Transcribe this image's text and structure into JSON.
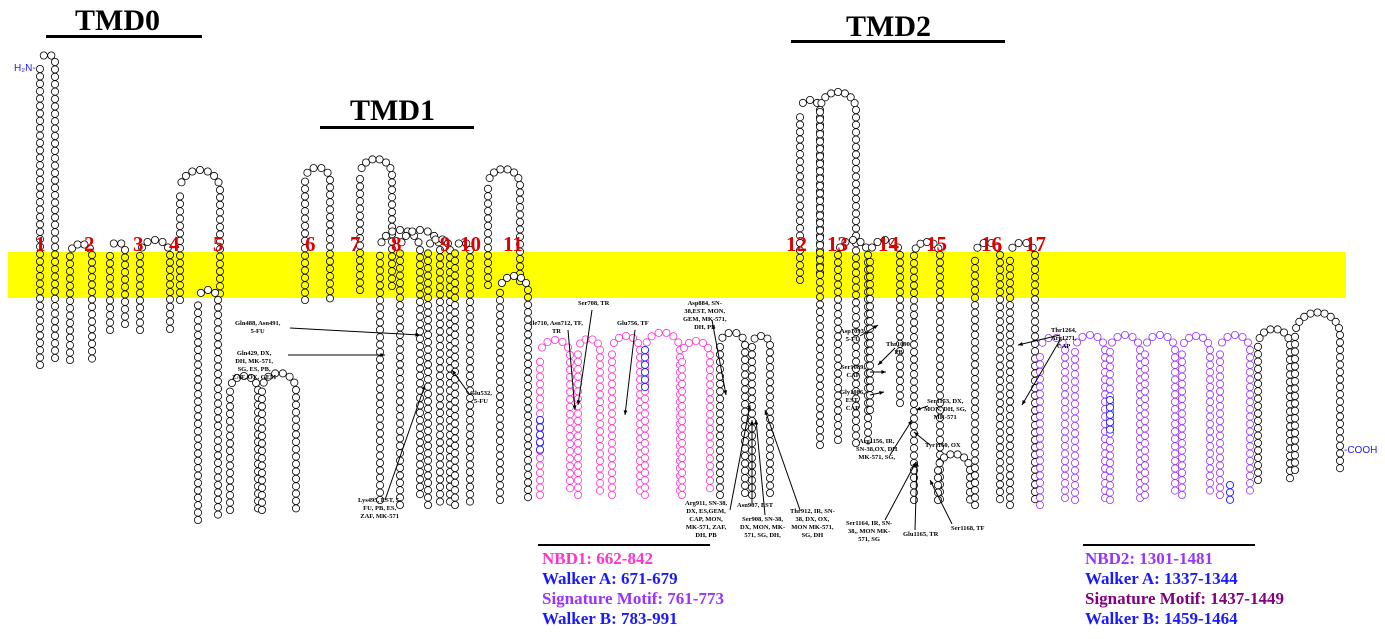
{
  "domains": [
    {
      "label": "TMD0"
    },
    {
      "label": "TMD1"
    },
    {
      "label": "TMD2"
    }
  ],
  "terminals": {
    "n": "H₂N-",
    "c": "-COOH"
  },
  "tm_helices": [
    "1",
    "2",
    "3",
    "4",
    "5",
    "6",
    "7",
    "8",
    "9",
    "10",
    "11",
    "12",
    "13",
    "14",
    "15",
    "16",
    "17"
  ],
  "annotations": [
    {
      "lines": [
        "Gln488, Asn491,",
        "5-FU"
      ]
    },
    {
      "lines": [
        "Gln429, DX,",
        "DH, MK-571,",
        "SG, ES, PB,",
        "ZAF, OX, GEM"
      ]
    },
    {
      "lines": [
        "Lys495, EST, 5-",
        "FU, PB, ES,",
        "ZAF, MK-571"
      ]
    },
    {
      "lines": [
        "Glu532,",
        "5-FU"
      ]
    },
    {
      "lines": [
        "Ser708, TR"
      ]
    },
    {
      "lines": [
        "Ile710, Asn712, TF,",
        "TR"
      ]
    },
    {
      "lines": [
        "Glu756, TF"
      ]
    },
    {
      "lines": [
        "Asp884, SN-",
        "38,EST, MON,",
        "GEM, MK-571,",
        "DH, PB"
      ]
    },
    {
      "lines": [
        "Arg911, SN-38,",
        "DX, ES,GEM,",
        "CAP, MON,",
        "MK-571, ZAF,",
        "DH, PB"
      ]
    },
    {
      "lines": [
        "Asn907, EST"
      ]
    },
    {
      "lines": [
        "Ser908, SN-38,",
        "DX, MON, MK-",
        "571, SG, DH,"
      ]
    },
    {
      "lines": [
        "Thr912, IR, SN-",
        "38, DX, OX,",
        "MON MK-571,",
        "SG, DH"
      ]
    },
    {
      "lines": [
        "Asp1093,",
        "5-FU"
      ]
    },
    {
      "lines": [
        "Thr1090,",
        "PB"
      ]
    },
    {
      "lines": [
        "Ser1089,",
        "CAP"
      ]
    },
    {
      "lines": [
        "Gly1086,",
        "EST,",
        "CAP"
      ]
    },
    {
      "lines": [
        "Ser1153, DX,",
        "MON, DH, SG,",
        "MK-571"
      ]
    },
    {
      "lines": [
        "Tyr1160, OX"
      ]
    },
    {
      "lines": [
        "Arg1156, IR,",
        "SN-38,OX, DH",
        "MK-571, SG,"
      ]
    },
    {
      "lines": [
        "Ser1164, IR, SN-",
        "38,, MON MK-",
        "571, SG"
      ]
    },
    {
      "lines": [
        "Glu1165, TR"
      ]
    },
    {
      "lines": [
        "Ser1168, TF"
      ]
    },
    {
      "lines": [
        "Thr1264,",
        "Arg1271,",
        "CAP"
      ]
    }
  ],
  "legend_nbd1": [
    {
      "text": "NBD1: 662-842",
      "color": "#ff33cc"
    },
    {
      "text": "Walker A: 671-679",
      "color": "#1a1aff"
    },
    {
      "text": "Signature Motif: 761-773",
      "color": "#9933ff"
    },
    {
      "text": "Walker B: 783-991",
      "color": "#1a1aff"
    }
  ],
  "legend_nbd2": [
    {
      "text": "NBD2: 1301-1481",
      "color": "#9933ff"
    },
    {
      "text": "Walker A: 1337-1344",
      "color": "#1a1aff"
    },
    {
      "text": "Signature Motif: 1437-1449",
      "color": "#800080"
    },
    {
      "text": "Walker B: 1459-1464",
      "color": "#1a1aff"
    }
  ],
  "colors": {
    "membrane": "#ffff00",
    "helix_number": "#e00000",
    "residue_default": "#000000",
    "residue_nbd1": "#ff33cc",
    "residue_nbd2": "#9933ff",
    "residue_walker": "#1a1aff"
  }
}
